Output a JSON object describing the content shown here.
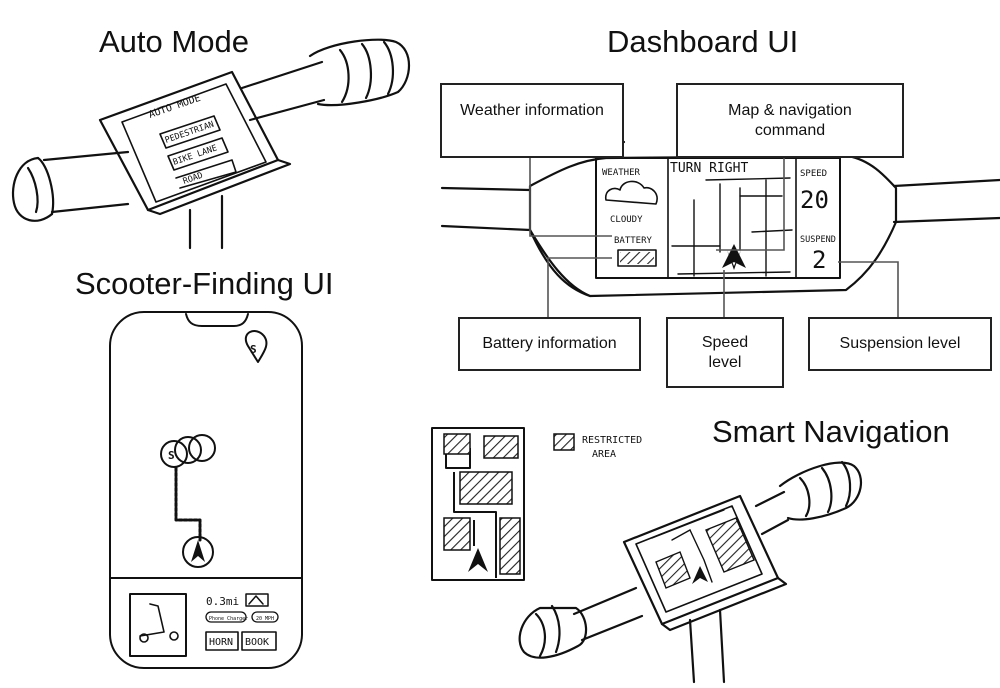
{
  "sections": {
    "auto_mode": {
      "title": "Auto Mode",
      "screen_title": "AUTO MODE",
      "options": [
        "PEDESTRIAN",
        "BIKE LANE",
        "ROAD"
      ]
    },
    "dashboard": {
      "title": "Dashboard UI",
      "callouts": {
        "weather": "Weather information",
        "map": "Map & navigation command",
        "battery": "Battery information",
        "speed": "Speed level",
        "suspension": "Suspension level"
      },
      "screen": {
        "weather_label": "WEATHER",
        "weather_value": "CLOUDY",
        "battery_label": "BATTERY",
        "nav_command": "TURN RIGHT",
        "speed_label": "SPEED",
        "speed_value": "20",
        "suspension_label": "SUSPEND",
        "suspension_value": "2"
      }
    },
    "scooter_finding": {
      "title": "Scooter-Finding UI",
      "distance": "0.3mi",
      "tag_phone": "Phone Charger",
      "tag_speed": "20 MPH",
      "horn_button": "HORN",
      "book_button": "BOOK"
    },
    "smart_navigation": {
      "title": "Smart Navigation",
      "legend_label_line1": "RESTRICTED",
      "legend_label_line2": "AREA"
    }
  }
}
